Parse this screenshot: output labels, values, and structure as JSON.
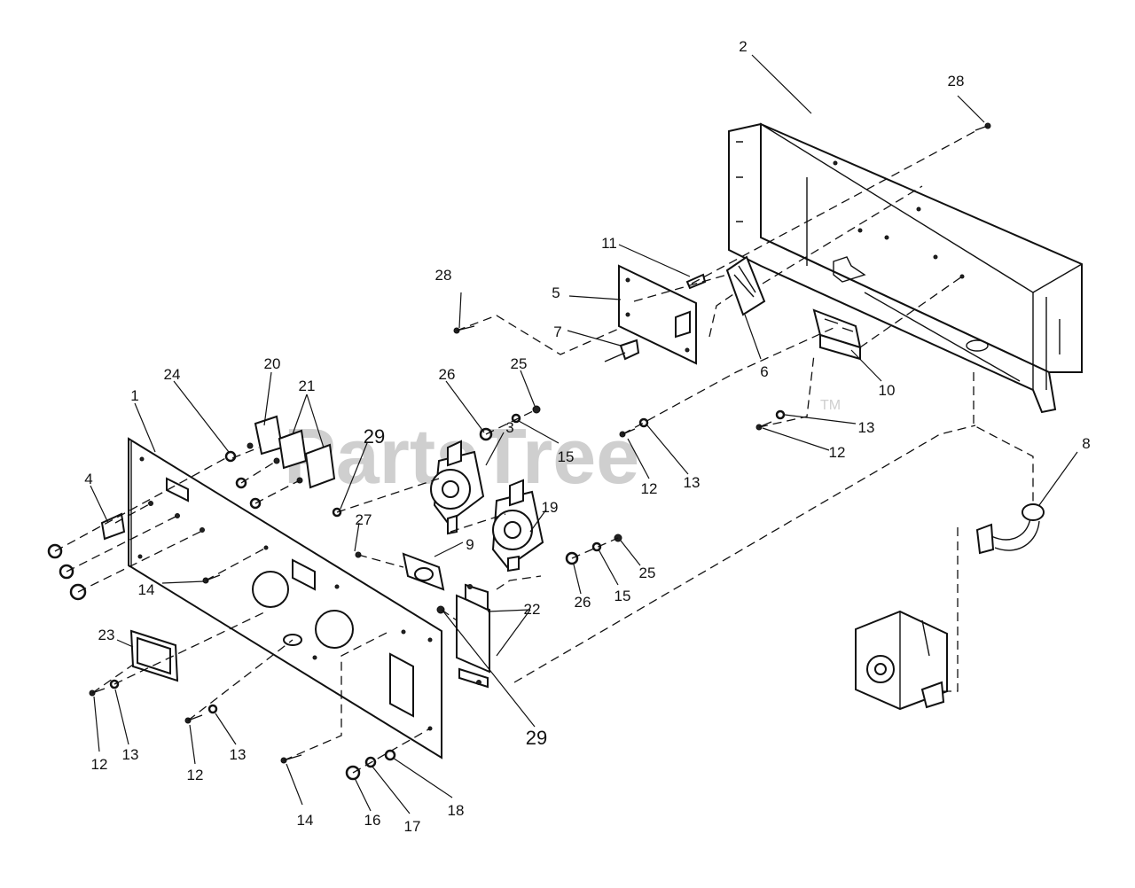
{
  "watermark": {
    "text": "PartsTree",
    "tm": "TM"
  },
  "callouts": [
    {
      "id": "c1",
      "text": "1"
    },
    {
      "id": "c2",
      "text": "2"
    },
    {
      "id": "c3",
      "text": "3"
    },
    {
      "id": "c4",
      "text": "4"
    },
    {
      "id": "c5",
      "text": "5"
    },
    {
      "id": "c6",
      "text": "6"
    },
    {
      "id": "c7",
      "text": "7"
    },
    {
      "id": "c8",
      "text": "8"
    },
    {
      "id": "c9",
      "text": "9"
    },
    {
      "id": "c10",
      "text": "10"
    },
    {
      "id": "c11",
      "text": "11"
    },
    {
      "id": "c12a",
      "text": "12"
    },
    {
      "id": "c12b",
      "text": "12"
    },
    {
      "id": "c12c",
      "text": "12"
    },
    {
      "id": "c12d",
      "text": "12"
    },
    {
      "id": "c13a",
      "text": "13"
    },
    {
      "id": "c13b",
      "text": "13"
    },
    {
      "id": "c13c",
      "text": "13"
    },
    {
      "id": "c13d",
      "text": "13"
    },
    {
      "id": "c14a",
      "text": "14"
    },
    {
      "id": "c14b",
      "text": "14"
    },
    {
      "id": "c15a",
      "text": "15"
    },
    {
      "id": "c15b",
      "text": "15"
    },
    {
      "id": "c16",
      "text": "16"
    },
    {
      "id": "c17",
      "text": "17"
    },
    {
      "id": "c18",
      "text": "18"
    },
    {
      "id": "c19",
      "text": "19"
    },
    {
      "id": "c20",
      "text": "20"
    },
    {
      "id": "c21",
      "text": "21"
    },
    {
      "id": "c22",
      "text": "22"
    },
    {
      "id": "c23",
      "text": "23"
    },
    {
      "id": "c24",
      "text": "24"
    },
    {
      "id": "c25a",
      "text": "25"
    },
    {
      "id": "c25b",
      "text": "25"
    },
    {
      "id": "c26a",
      "text": "26"
    },
    {
      "id": "c26b",
      "text": "26"
    },
    {
      "id": "c27",
      "text": "27"
    },
    {
      "id": "c28a",
      "text": "28"
    },
    {
      "id": "c28b",
      "text": "28"
    },
    {
      "id": "c29a",
      "text": "29"
    },
    {
      "id": "c29b",
      "text": "29"
    }
  ]
}
